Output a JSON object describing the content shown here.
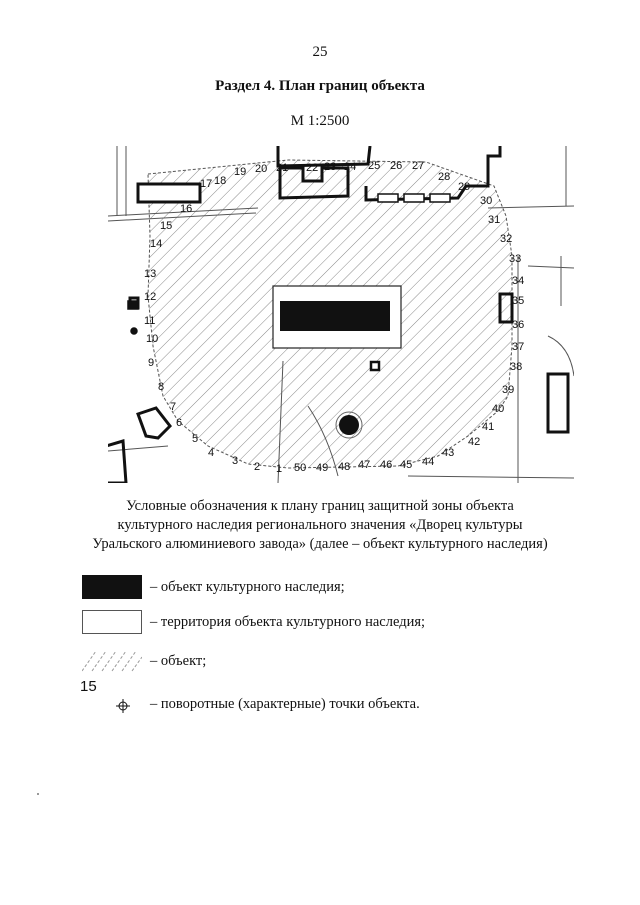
{
  "page_number": "25",
  "section_title": "Раздел 4. План границ объекта",
  "scale": "М 1:2500",
  "map": {
    "point_labels": [
      "1",
      "2",
      "3",
      "4",
      "5",
      "6",
      "7",
      "8",
      "9",
      "10",
      "11",
      "12",
      "13",
      "14",
      "15",
      "16",
      "17",
      "18",
      "19",
      "20",
      "21",
      "22",
      "23",
      "24",
      "25",
      "26",
      "27",
      "28",
      "29",
      "30",
      "31",
      "32",
      "33",
      "34",
      "35",
      "36",
      "37",
      "38",
      "39",
      "40",
      "41",
      "42",
      "43",
      "44",
      "45",
      "46",
      "47",
      "48",
      "49",
      "50"
    ]
  },
  "caption": "Условные обозначения к плану границ защитной зоны объекта культурного наследия регионального значения «Дворец культуры Уральского алюминиевого завода» (далее – объект культурного наследия)",
  "legend": {
    "heritage_object": "– объект культурного наследия;",
    "heritage_territory": "– территория объекта культурного наследия;",
    "object": "– объект;",
    "turning_points": "– поворотные (характерные) точки объекта.",
    "turning_point_example": "15"
  }
}
